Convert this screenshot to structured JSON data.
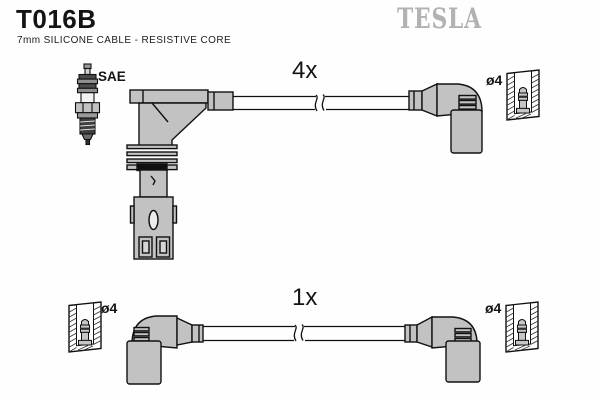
{
  "header": {
    "part_number": "T016B",
    "subtitle": "7mm SILICONE CABLE - RESISTIVE CORE",
    "brand": "TESLA"
  },
  "diagram": {
    "top_cable": {
      "quantity": "4x",
      "plug_end_label": "SAE",
      "terminal_label": "ø4"
    },
    "bottom_cable": {
      "quantity": "1x",
      "left_terminal_label": "ø4",
      "right_terminal_label": "ø4"
    }
  },
  "colors": {
    "part_fill": "#c2c2c2",
    "outline": "#111111",
    "brand_gray": "#b2b2b2"
  }
}
